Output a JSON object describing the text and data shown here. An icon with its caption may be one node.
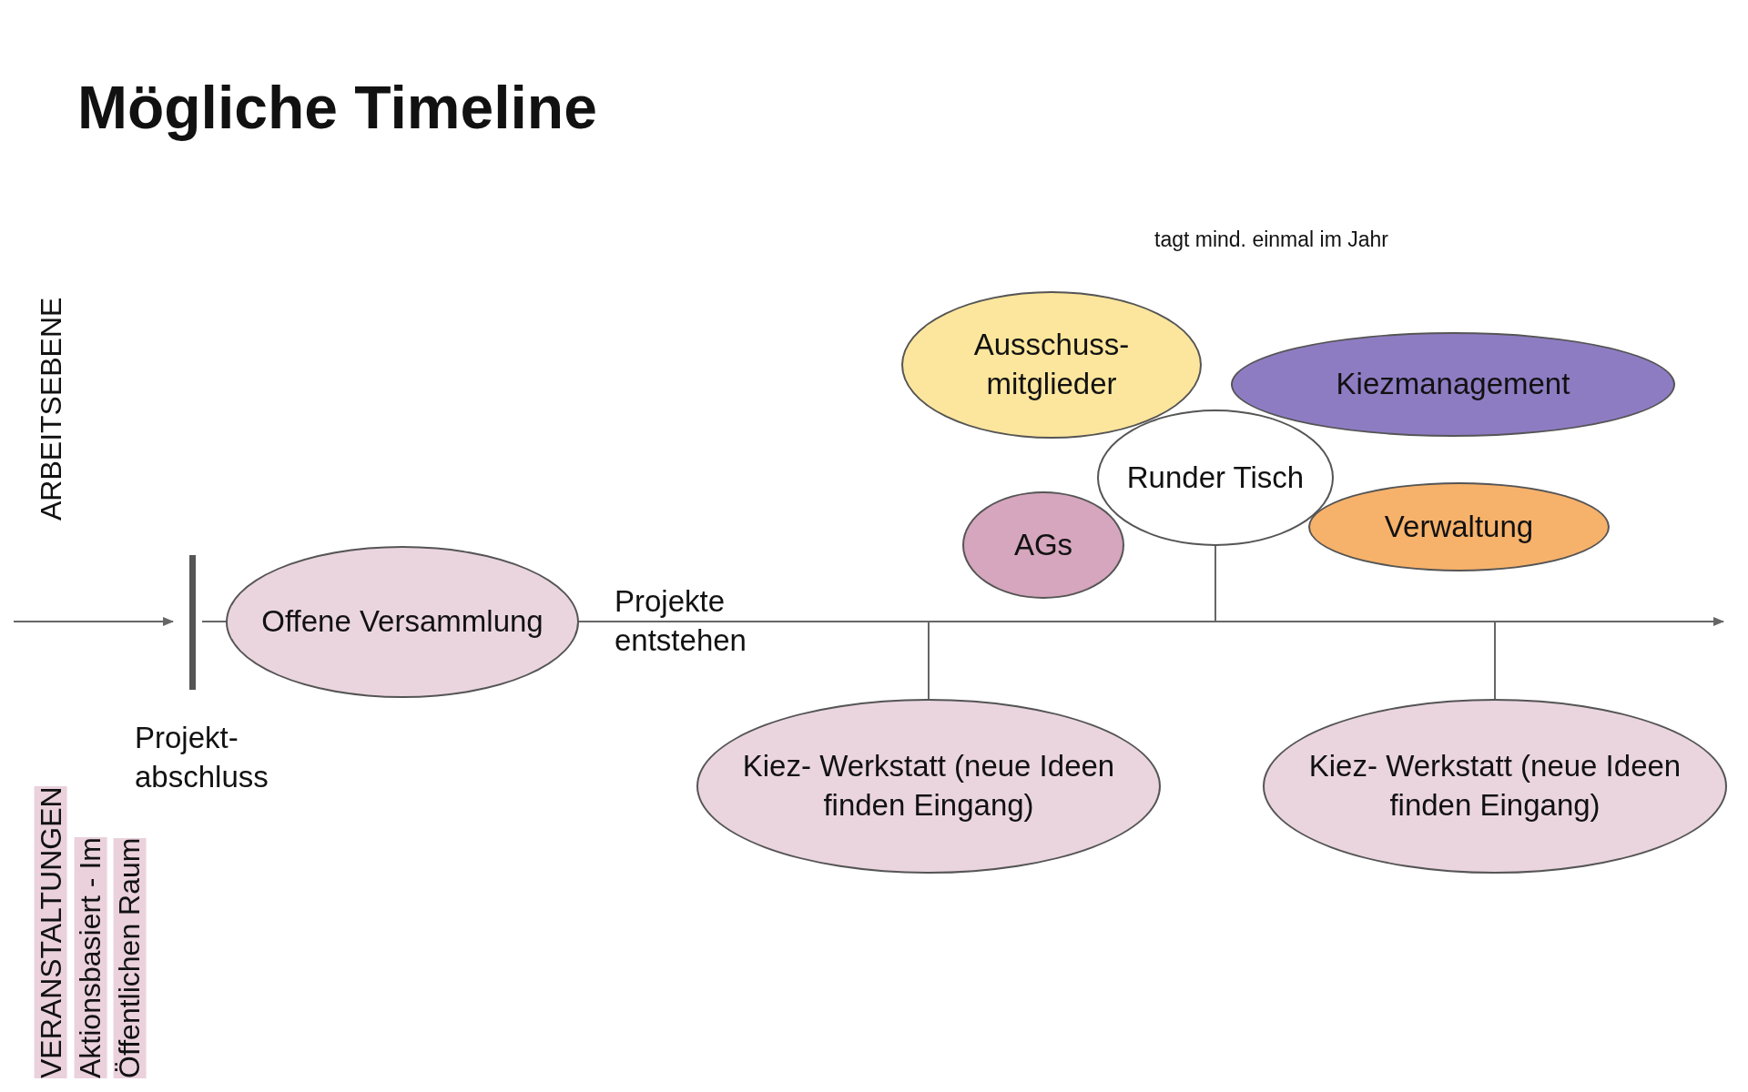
{
  "diagram": {
    "title": "Mögliche Timeline",
    "nodes": [
      {
        "text": [
          "Offene Versammlung"
        ]
      },
      {
        "text": [
          "Ausschuss- mitglieder"
        ]
      },
      {
        "text": [
          "Kiezmanagement"
        ]
      },
      {
        "text": [
          "Runder Tisch"
        ]
      },
      {
        "text": [
          "AGs"
        ]
      },
      {
        "text": [
          "Verwaltung"
        ]
      },
      {
        "text": [
          "Kiez- Werkstatt (neue Ideen finden Eingang)"
        ]
      },
      {
        "text": [
          "Kiez- Werkstatt (neue Ideen finden Eingang)"
        ]
      }
    ],
    "edges": [
      {
        "from": 3,
        "to": null,
        "arrow": "none"
      },
      {
        "from": 6,
        "to": null,
        "arrow": "none"
      },
      {
        "from": 7,
        "to": null,
        "arrow": "none"
      }
    ],
    "labels": [
      "tagt mind. einmal im Jahr",
      "ARBEITSEBENE",
      "Projekte entstehen",
      "Projekt- abschluss",
      "VERANSTALTUNGEN Aktionsbasiert - Im Öffentlichen Raum"
    ]
  }
}
